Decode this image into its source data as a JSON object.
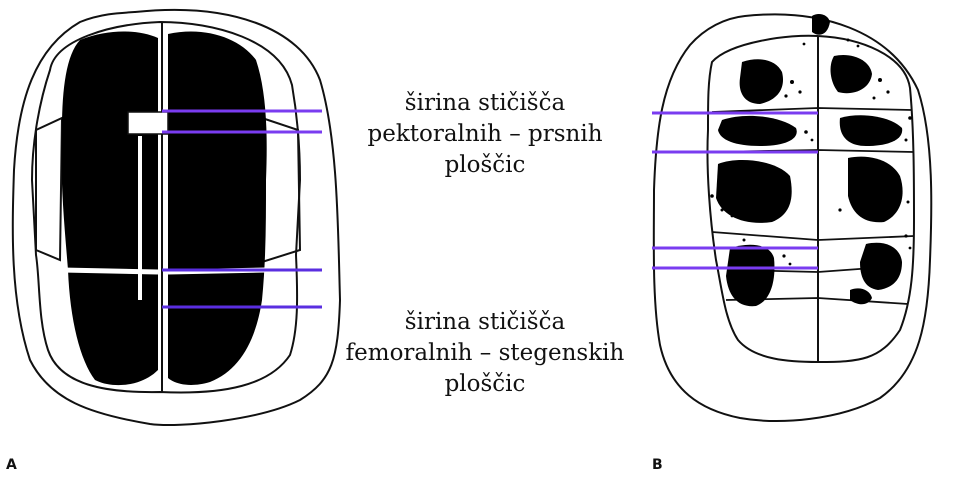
{
  "colors": {
    "outline": "#111111",
    "fill": "#000000",
    "measure_line": "#7a3cf0"
  },
  "labels": {
    "pectoral": [
      "širina stičišča",
      "pektoralnih – prsnih",
      "ploščic"
    ],
    "femoral": [
      "širina stičišča",
      "femoralnih – stegenskih",
      "ploščic"
    ]
  },
  "panels": {
    "a": "A",
    "b": "B"
  }
}
